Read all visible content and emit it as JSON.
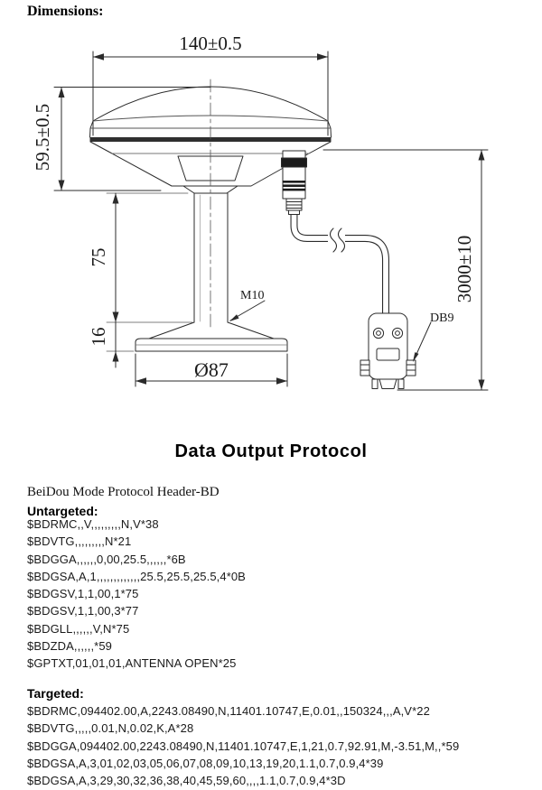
{
  "header": {
    "dimensions_label": "Dimensions:"
  },
  "drawing": {
    "width_dim": "140±0.5",
    "height_dim": "59.5±0.5",
    "stem_dim": "75",
    "base_height_dim": "16",
    "base_diameter_dim": "Ø87",
    "thread_label": "M10",
    "connector_label": "DB9",
    "cable_length_dim": "3000±10"
  },
  "protocol": {
    "title": "Data Output Protocol",
    "mode_header": "BeiDou Mode Protocol Header-BD",
    "untargeted_label": "Untargeted:",
    "targeted_label": "Targeted:",
    "untargeted_sentences": [
      "$BDRMC,,V,,,,,,,,,N,V*38",
      "$BDVTG,,,,,,,,,N*21",
      "$BDGGA,,,,,,0,00,25.5,,,,,,*6B",
      "$BDGSA,A,1,,,,,,,,,,,,,25.5,25.5,25.5,4*0B",
      "$BDGSV,1,1,00,1*75",
      "$BDGSV,1,1,00,3*77",
      "$BDGLL,,,,,,V,N*75",
      "$BDZDA,,,,,,*59",
      "$GPTXT,01,01,01,ANTENNA OPEN*25"
    ],
    "targeted_sentences": [
      "$BDRMC,094402.00,A,2243.08490,N,11401.10747,E,0.01,,150324,,,A,V*22",
      "$BDVTG,,,,,0.01,N,0.02,K,A*28",
      "$BDGGA,094402.00,2243.08490,N,11401.10747,E,1,21,0.7,92.91,M,-3.51,M,,*59",
      "$BDGSA,A,3,01,02,03,05,06,07,08,09,10,13,19,20,1.1,0.7,0.9,4*39",
      "$BDGSA,A,3,29,30,32,36,38,40,45,59,60,,,,1.1,0.7,0.9,4*3D"
    ]
  }
}
